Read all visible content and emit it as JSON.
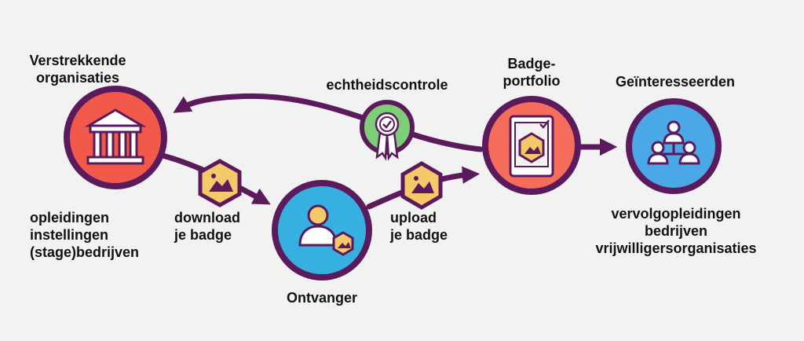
{
  "nodes": {
    "issuers": {
      "title_lines": [
        "Verstrekkende",
        "organisaties"
      ],
      "sub_lines": [
        "opleidingen",
        "instellingen",
        "(stage)bedrijven"
      ],
      "icon": "institution-building-icon",
      "color": "#f15a4a"
    },
    "earner": {
      "title": "Ontvanger",
      "icon": "person-with-badge-icon",
      "color": "#35b0e0"
    },
    "portfolio": {
      "title_lines": [
        "Badge-",
        "portfolio"
      ],
      "icon": "tablet-badge-icon",
      "color": "#f76d5c"
    },
    "stakeholders": {
      "title": "Geïnteresseerden",
      "sub_lines": [
        "vervolgopleidingen",
        "bedrijven",
        "vrijwilligersorganisaties"
      ],
      "icon": "group-of-people-icon",
      "color": "#4aa8e6"
    },
    "verification": {
      "title": "echtheidscontrole",
      "icon": "verification-ribbon-icon",
      "color": "#7ccf77"
    }
  },
  "flows": {
    "download": [
      "download",
      "je badge"
    ],
    "upload": [
      "upload",
      "je badge"
    ]
  },
  "colors": {
    "outline": "#5b1a5c",
    "badge_fill": "#f5c86a",
    "background": "#f2f2f2"
  }
}
